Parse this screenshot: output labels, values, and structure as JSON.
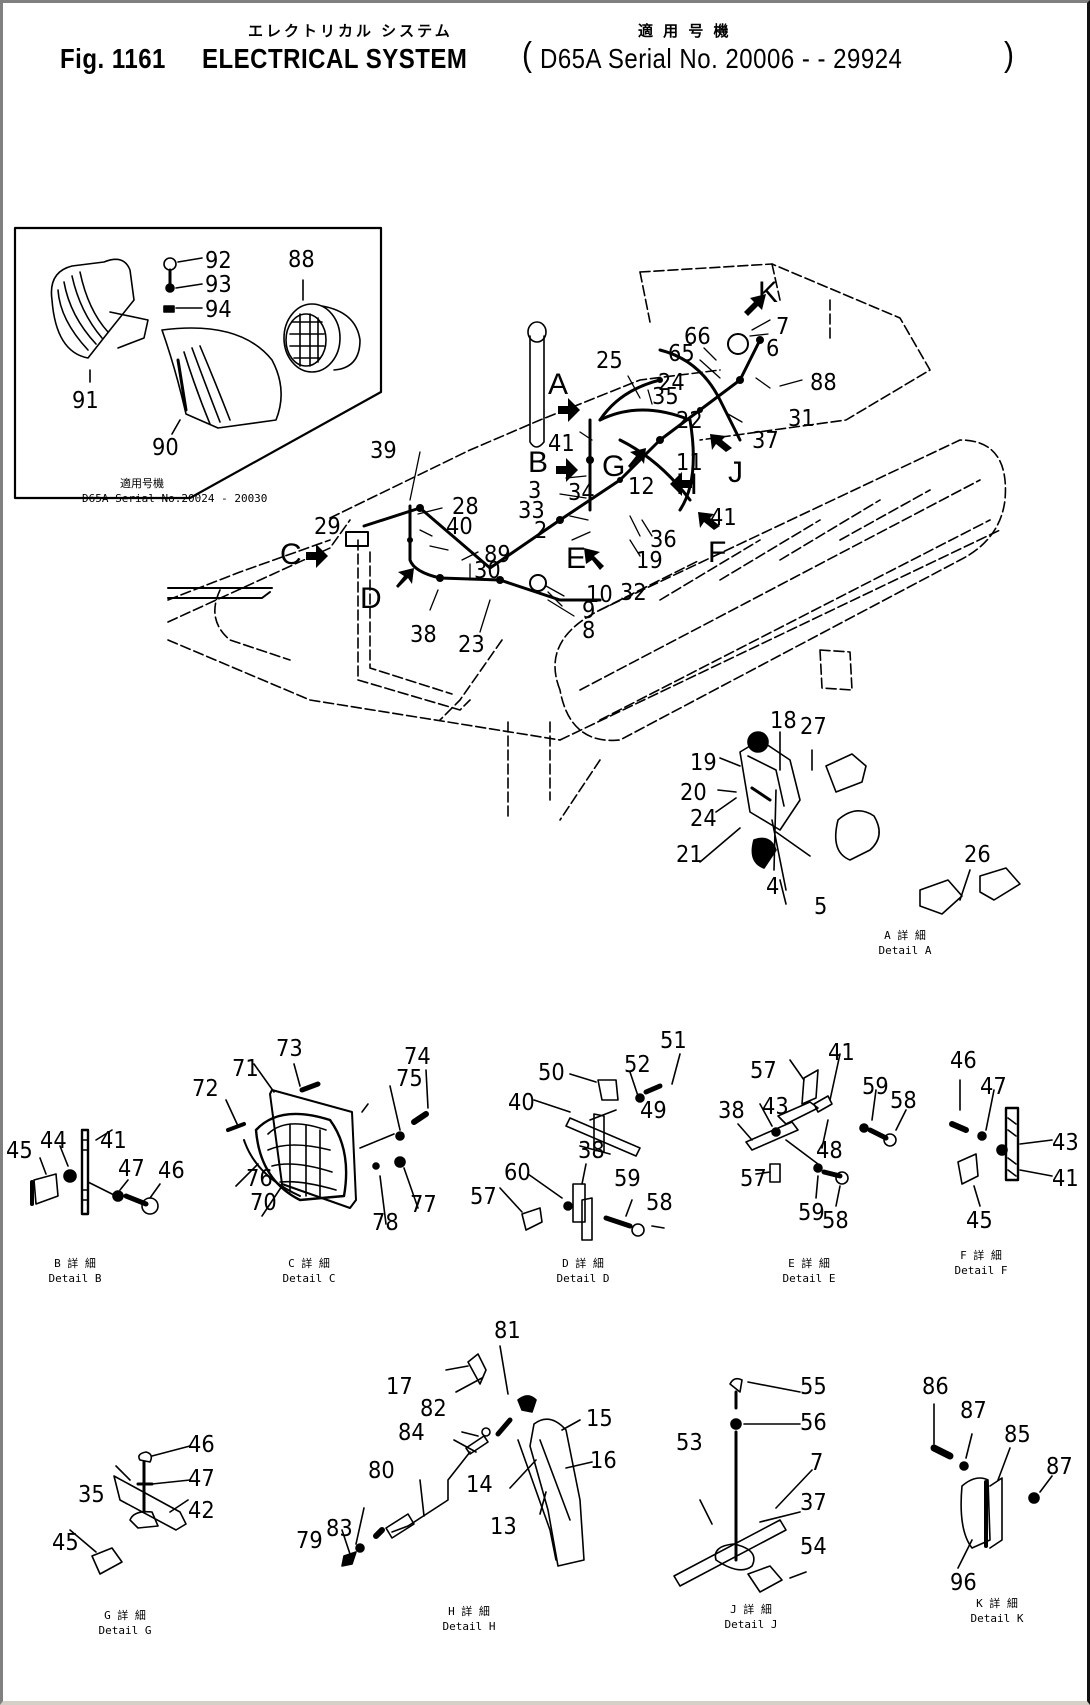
{
  "header": {
    "figure_label": "Fig. 1161",
    "title_en": "ELECTRICAL SYSTEM",
    "title_jp": "エレクトリカル システム",
    "applicability_jp": "適 用 号 機",
    "applicability": "D65A Serial No. 20006 - - 29924"
  },
  "inset": {
    "caption_jp": "適用号機",
    "caption": "D65A Serial No.20024 - 20030",
    "callouts": [
      "92",
      "93",
      "94",
      "88",
      "91",
      "90"
    ]
  },
  "main_view": {
    "detail_letters": [
      "A",
      "B",
      "C",
      "D",
      "E",
      "F",
      "G",
      "H",
      "J",
      "K"
    ],
    "callouts": [
      "25",
      "24",
      "66",
      "65",
      "7",
      "6",
      "88",
      "35",
      "22",
      "31",
      "37",
      "41",
      "34",
      "12",
      "11",
      "3",
      "33",
      "2",
      "36",
      "19",
      "41",
      "39",
      "28",
      "29",
      "40",
      "89",
      "30",
      "38",
      "23",
      "10",
      "9",
      "8",
      "32"
    ]
  },
  "details": [
    {
      "id": "A",
      "caption_jp": "A 詳 細",
      "caption": "Detail A",
      "callouts": [
        "18",
        "27",
        "19",
        "20",
        "24",
        "21",
        "4",
        "5",
        "26"
      ]
    },
    {
      "id": "B",
      "caption_jp": "B 詳 細",
      "caption": "Detail B",
      "callouts": [
        "45",
        "44",
        "41",
        "47",
        "46"
      ]
    },
    {
      "id": "C",
      "caption_jp": "C 詳 細",
      "caption": "Detail C",
      "callouts": [
        "73",
        "71",
        "72",
        "75",
        "74",
        "76",
        "70",
        "78",
        "77"
      ]
    },
    {
      "id": "D",
      "caption_jp": "D 詳 細",
      "caption": "Detail D",
      "callouts": [
        "51",
        "52",
        "50",
        "40",
        "49",
        "38",
        "60",
        "57",
        "59",
        "58"
      ]
    },
    {
      "id": "E",
      "caption_jp": "E 詳 細",
      "caption": "Detail E",
      "callouts": [
        "57",
        "41",
        "38",
        "43",
        "59",
        "58",
        "48",
        "57",
        "59",
        "58"
      ]
    },
    {
      "id": "F",
      "caption_jp": "F 詳 細",
      "caption": "Detail F",
      "callouts": [
        "46",
        "47",
        "43",
        "41",
        "45"
      ]
    },
    {
      "id": "G",
      "caption_jp": "G 詳 細",
      "caption": "Detail G",
      "callouts": [
        "46",
        "47",
        "35",
        "42",
        "45"
      ]
    },
    {
      "id": "H",
      "caption_jp": "H 詳 細",
      "caption": "Detail H",
      "callouts": [
        "81",
        "17",
        "82",
        "84",
        "80",
        "83",
        "79",
        "15",
        "16",
        "14",
        "13"
      ]
    },
    {
      "id": "J",
      "caption_jp": "J 詳 細",
      "caption": "Detail J",
      "callouts": [
        "55",
        "56",
        "7",
        "53",
        "37",
        "54"
      ]
    },
    {
      "id": "K",
      "caption_jp": "K 詳 細",
      "caption": "Detail K",
      "callouts": [
        "86",
        "87",
        "85",
        "87",
        "96"
      ]
    }
  ]
}
